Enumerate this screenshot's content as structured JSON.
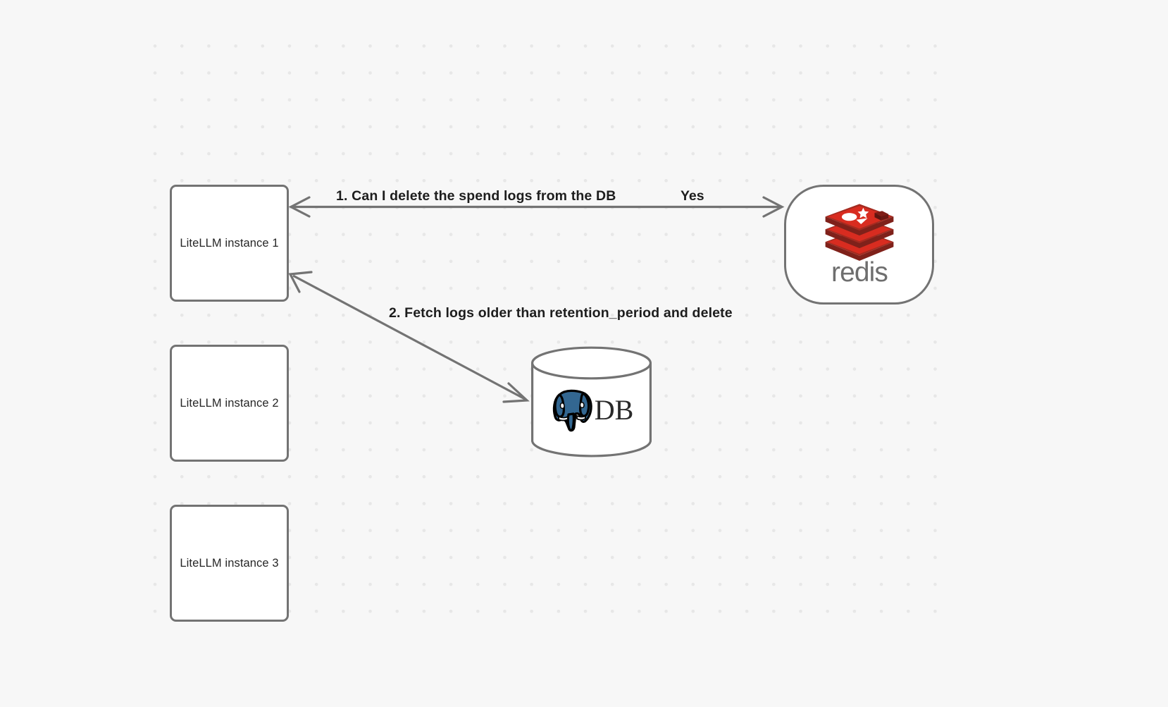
{
  "diagram": {
    "title": "LiteLLM spend-log retention cleanup flow",
    "background_color": "#f7f7f7",
    "node_border_color": "#737373",
    "edge_color": "#737373",
    "label_color": "#1d1d1d"
  },
  "nodes": {
    "litellm_1": {
      "label": "LiteLLM instance 1",
      "name": "litellm-instance-1"
    },
    "litellm_2": {
      "label": "LiteLLM instance 2",
      "name": "litellm-instance-2"
    },
    "litellm_3": {
      "label": "LiteLLM instance 3",
      "name": "litellm-instance-3"
    },
    "redis": {
      "label": "redis",
      "name": "redis-node",
      "logo_color": "#d82c20",
      "wordmark_color": "#6b6b6b"
    },
    "db": {
      "label": "DB",
      "name": "postgres-db-node",
      "logo_color": "#336791"
    }
  },
  "edges": [
    {
      "id": "edge-1",
      "label": "1.  Can I delete the spend logs from the DB",
      "from": "litellm-instance-1",
      "to": "redis-node",
      "direction": "bidirectional"
    },
    {
      "id": "edge-1-reply",
      "label": "Yes",
      "from": "redis-node",
      "to": "litellm-instance-1",
      "direction": "reply"
    },
    {
      "id": "edge-2",
      "label": "2.  Fetch logs older than retention_period and delete",
      "from": "litellm-instance-1",
      "to": "postgres-db-node",
      "direction": "bidirectional"
    }
  ]
}
